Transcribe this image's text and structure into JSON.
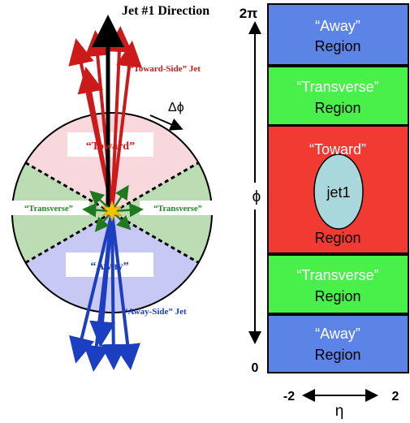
{
  "left_diagram": {
    "title": "Jet #1 Direction",
    "toward_side_jet": "“Toward-Side” Jet",
    "delta_phi": "Δϕ",
    "toward": "“Toward”",
    "transverse_left": "“Transverse”",
    "transverse_right": "“Transverse”",
    "away": "“Away”",
    "away_side_jet": "“Away-Side” Jet"
  },
  "right_diagram": {
    "phi_top": "2π",
    "phi_label": "ϕ",
    "phi_bottom": "0",
    "regions": [
      {
        "line1": "“Away”",
        "line2": "Region",
        "color": "#5b84e6"
      },
      {
        "line1": "“Transverse”",
        "line2": "Region",
        "color": "#4af04a"
      },
      {
        "line1": "“Toward”",
        "line2": "Region",
        "color": "#f03a32"
      },
      {
        "line1": "“Transverse”",
        "line2": "Region",
        "color": "#4af04a"
      },
      {
        "line1": "“Away”",
        "line2": "Region",
        "color": "#5b84e6"
      }
    ],
    "jet_label": "jet1",
    "eta_min": "-2",
    "eta_label": "η",
    "eta_max": "2"
  },
  "colors": {
    "toward_sector": "#f8d8dc",
    "transverse_sector": "#bcdcb4",
    "away_sector": "#c8c8f4",
    "red_arrow": "#cc1a1a",
    "blue_arrow": "#1c3ec0",
    "jet_ellipse": "#a8d8dc"
  }
}
